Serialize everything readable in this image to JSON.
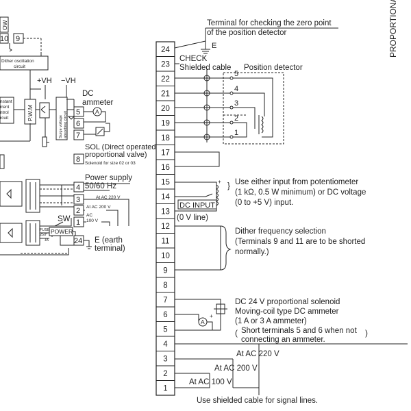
{
  "right_block": {
    "terminals": [
      "24",
      "23",
      "22",
      "21",
      "20",
      "19",
      "18",
      "17",
      "16",
      "15",
      "14",
      "13",
      "12",
      "11",
      "10",
      "9",
      "8",
      "7",
      "6",
      "5",
      "4",
      "3",
      "2",
      "1"
    ],
    "zero_point_line1": "Terminal for checking the zero point",
    "zero_point_line2": "of the position detector",
    "earth_symbol": "E",
    "check": "CHECK",
    "shielded_cable": "Shielded cable",
    "position_detector": "Position detector",
    "detector_pins": [
      "5",
      "4",
      "3",
      "2",
      "1"
    ],
    "dc_input": "DC INPUT",
    "zero_v_line": "(0 V line)",
    "pot_line1": "Use either input from potentiometer",
    "pot_line2": "(1 kΩ, 0.5 W minimum) or DC voltage",
    "pot_line3": "(0 to +5 V) input.",
    "dither_line1": "Dither frequency selection",
    "dither_line2": "(Terminals 9 and 11 are to be shorted",
    "dither_line3": "normally.)",
    "sol_line1": "DC 24 V proportional solenoid",
    "sol_line2": "Moving-coil type DC ammeter",
    "sol_line3": "(1 A or 3 A ammeter)",
    "short_line1": "Short terminals 5 and 6 when not",
    "short_line2": "connecting an ammeter.",
    "ac220": "At AC 220 V",
    "ac200": "At AC 200 V",
    "ac100": "At AC 100 V",
    "plus": "+",
    "minus": "-",
    "ammeter_symbol": "A",
    "footer": "Use shielded cable for signal lines."
  },
  "left_block": {
    "ow": "OW",
    "term_10": "10",
    "term_9": "9",
    "dither_osc_line1": "Dither oscillation",
    "dither_osc_line2": "circuit",
    "vh_plus": "+VH",
    "vh_minus": "−VH",
    "const_current_line1": "nstant",
    "const_current_line2": "rrent",
    "const_current_line3": "ntrol",
    "const_current_line4": "rcuit",
    "pwm": "P.W.M",
    "surge_line1": "Surge voltage",
    "surge_line2": "absorbing circuit",
    "dc_ammeter_line1": "DC",
    "dc_ammeter_line2": "ammeter",
    "ammeter_symbol": "A",
    "term_5": "5",
    "term_6": "6",
    "term_7": "7",
    "term_8": "8",
    "term_4": "4",
    "term_3": "3",
    "term_2": "2",
    "term_1": "1",
    "term_24": "24",
    "sol_line1": "SOL (Direct operated",
    "sol_line2": "proportional valve)",
    "sol_line3": "Solenoid for size 02 or 03",
    "power_supply_line1": "Power supply",
    "power_supply_line2": "50/60 Hz",
    "ac220": "At AC 220 V",
    "ac200": "At AC 200 V",
    "ac100_line1": "AC",
    "ac100_line2": "100 V",
    "sw": "SW",
    "fuse_line1": "FUSE",
    "fuse_line2": "250°",
    "fuse_line3": "-IA",
    "power": "POWER",
    "earth_line1": "E (earth",
    "earth_line2": "terminal)"
  },
  "side_title": "PROPORTIONA"
}
